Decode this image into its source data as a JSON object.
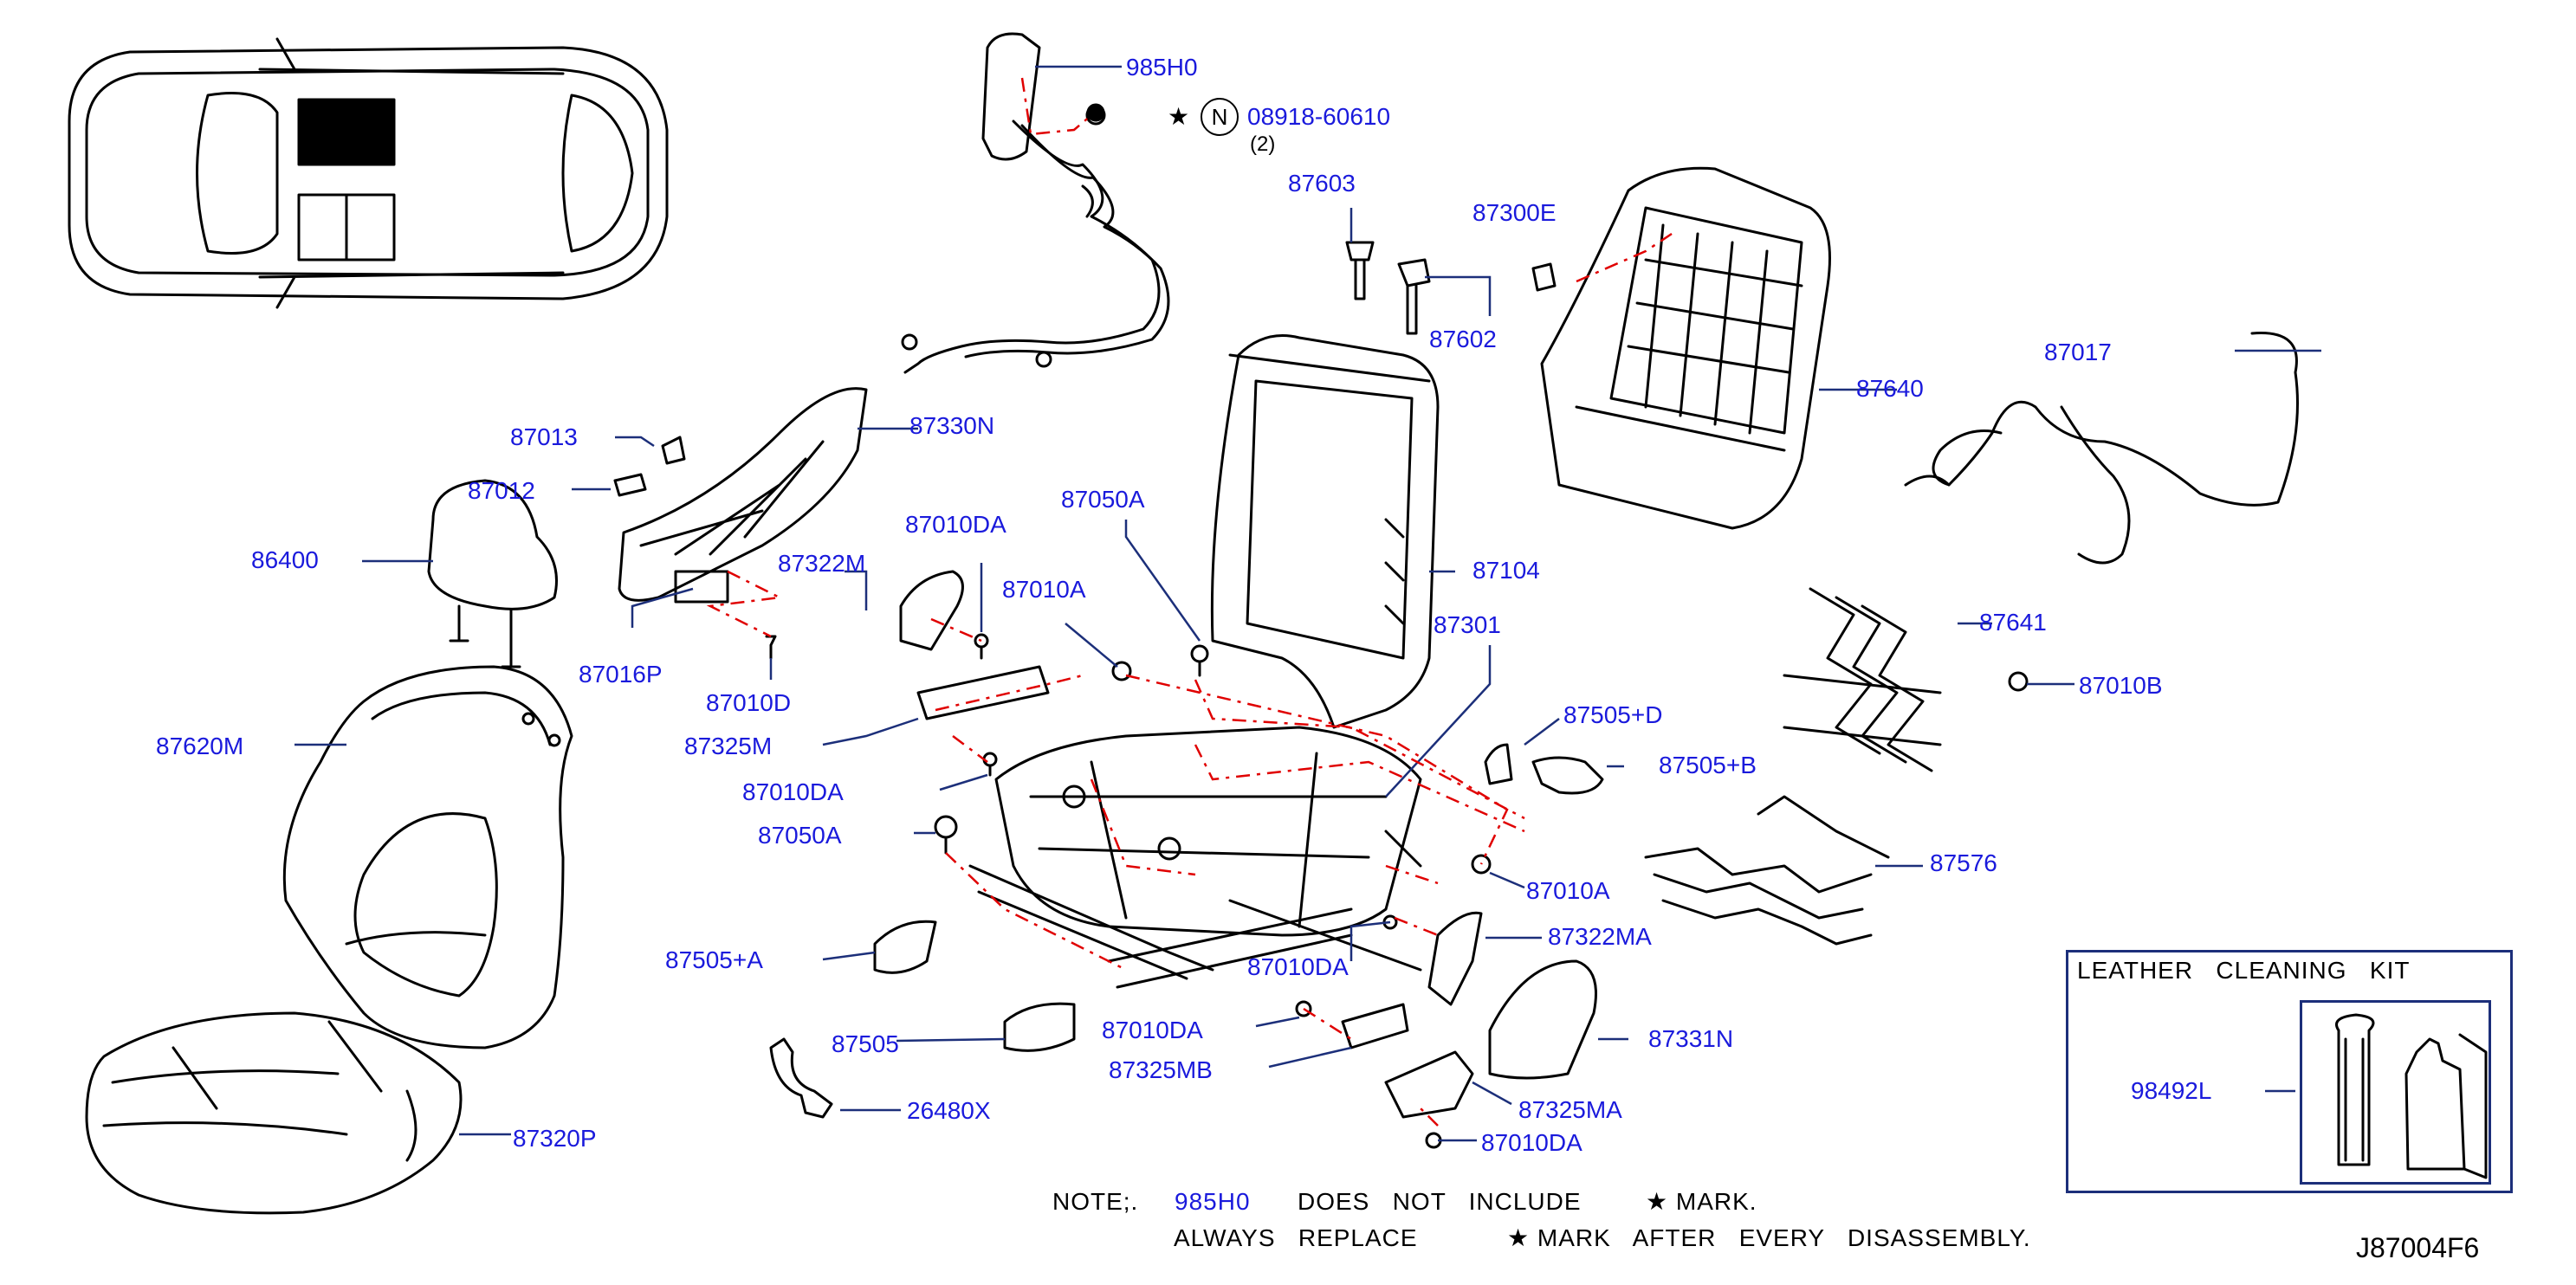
{
  "callouts": {
    "p985H0": "985H0",
    "p08918": "08918-60610",
    "p08918_qty": "(2)",
    "p87603": "87603",
    "p87300E": "87300E",
    "p87602": "87602",
    "p87640": "87640",
    "p87017": "87017",
    "p87013": "87013",
    "p87330N": "87330N",
    "p87012": "87012",
    "p86400": "86400",
    "p87322M": "87322M",
    "p87010DA_1": "87010DA",
    "p87050A_1": "87050A",
    "p87104": "87104",
    "p87010A_1": "87010A",
    "p87301": "87301",
    "p87641": "87641",
    "p87016P": "87016P",
    "p87010D": "87010D",
    "p87010B": "87010B",
    "p87620M": "87620M",
    "p87325M": "87325M",
    "p87505D": "87505+D",
    "p87505B": "87505+B",
    "p87010DA_2": "87010DA",
    "p87050A_2": "87050A",
    "p87576": "87576",
    "p87010A_2": "87010A",
    "p87505A": "87505+A",
    "p87322MA": "87322MA",
    "p87010DA_3": "87010DA",
    "p87505": "87505",
    "p87010DA_4": "87010DA",
    "p87331N": "87331N",
    "p87325MB": "87325MB",
    "p26480X": "26480X",
    "p87325MA": "87325MA",
    "p87320P": "87320P",
    "p87010DA_5": "87010DA",
    "p98492L": "98492L"
  },
  "symbols": {
    "star": "★",
    "n_circle": "N"
  },
  "kit": {
    "title": "LEATHER   CLEANING   KIT"
  },
  "note": {
    "label": "NOTE;.",
    "part": "985H0",
    "line1_rest": "DOES   NOT   INCLUDE",
    "mark1": "★ MARK.",
    "line2_start": "ALWAYS   REPLACE",
    "line2_rest": "★ MARK   AFTER   EVERY   DISASSEMBLY."
  },
  "diagram_id": "J87004F6",
  "colors": {
    "callout_text": "#1a1adc",
    "leader_line": "#1c2f7a",
    "dash_line": "#e00000",
    "drawing": "#000000"
  }
}
